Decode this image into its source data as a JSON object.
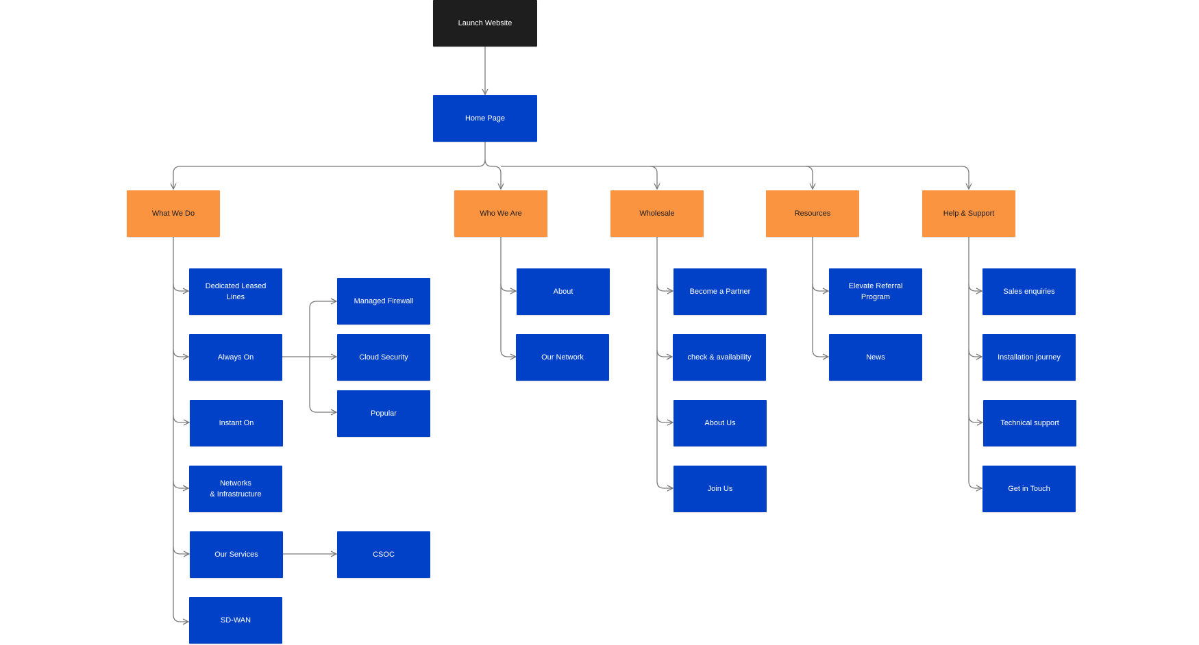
{
  "colors": {
    "root": "#1e1e1e",
    "page": "#0041c7",
    "section": "#fb9441",
    "connector": "#7a7a7a"
  },
  "sitemap": {
    "root": "Launch Website",
    "home": "Home Page",
    "sections": [
      {
        "label": "What We Do",
        "children": [
          "Dedicated Leased\nLines",
          "Always On",
          "Instant On",
          "Networks\n& Infrastructure",
          "Our Services",
          "SD-WAN"
        ],
        "always_on_children": [
          "Managed Firewall",
          "Cloud Security",
          "Popular"
        ],
        "our_services_children": [
          "CSOC"
        ]
      },
      {
        "label": "Who We Are",
        "children": [
          "About",
          "Our Network"
        ]
      },
      {
        "label": "Wholesale",
        "children": [
          "Become a Partner",
          "check & availability",
          "About Us",
          "Join Us"
        ]
      },
      {
        "label": "Resources",
        "children": [
          "Elevate Referral\nProgram",
          "News"
        ]
      },
      {
        "label": "Help & Support",
        "children": [
          "Sales enquiries",
          "Installation journey",
          "Technical support",
          "Get in Touch"
        ]
      }
    ]
  }
}
